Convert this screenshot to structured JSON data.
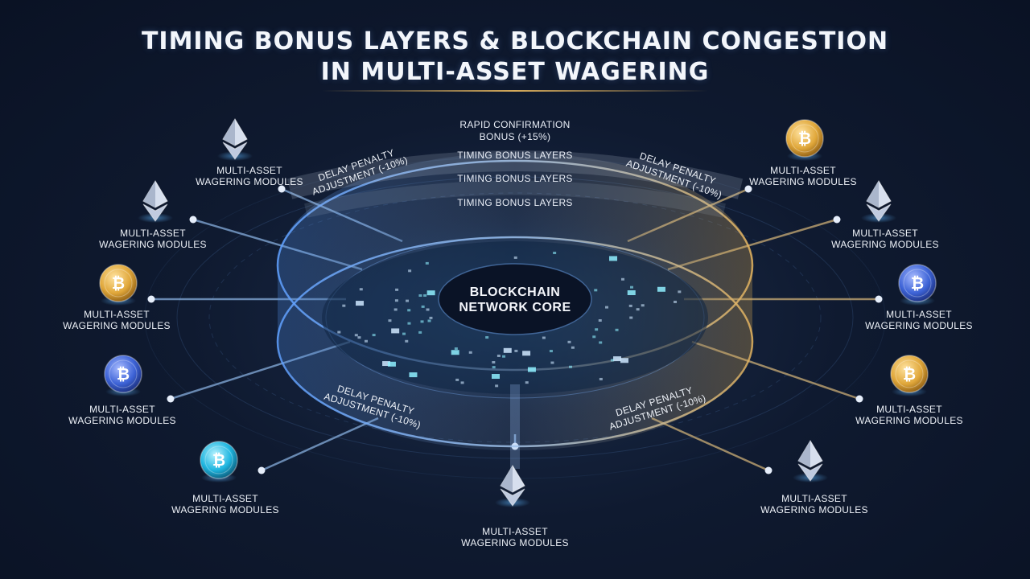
{
  "title": {
    "line1": "TIMING BONUS LAYERS & BLOCKCHAIN CONGESTION",
    "line2": "IN MULTI-ASSET WAGERING"
  },
  "bands": {
    "rapid_line1": "RAPID CONFIRMATION",
    "rapid_line2": "BONUS (+15%)",
    "timing_1": "TIMING BONUS LAYERS",
    "timing_2": "TIMING BONUS LAYERS",
    "timing_3": "TIMING BONUS LAYERS"
  },
  "penalties": {
    "top_left": {
      "line1": "DELAY PENALTY",
      "line2": "ADJUSTMENT (-10%)"
    },
    "top_right": {
      "line1": "DELAY PENALTY",
      "line2": "ADJUSTMENT (-10%)"
    },
    "bottom_left": {
      "line1": "DELAY PENALTY",
      "line2": "ADJUSTMENT (-10%)"
    },
    "bottom_right": {
      "line1": "DELAY PENALTY",
      "line2": "ADJUSTMENT (-10%)"
    }
  },
  "core": {
    "line1": "BLOCKCHAIN",
    "line2": "NETWORK CORE"
  },
  "modules": [
    {
      "id": "m-left-1",
      "icon": "ethereum-icon",
      "line1": "MULTI-ASSET",
      "line2": "WAGERING MODULES"
    },
    {
      "id": "m-left-2",
      "icon": "ethereum-icon",
      "line1": "MULTI-ASSET",
      "line2": "WAGERING MODULES"
    },
    {
      "id": "m-left-3",
      "icon": "bitcoin-gold-icon",
      "line1": "MULTI-ASSET",
      "line2": "WAGERING MODULES"
    },
    {
      "id": "m-left-4",
      "icon": "bitcoin-blue-icon",
      "line1": "MULTI-ASSET",
      "line2": "WAGERING MODULES"
    },
    {
      "id": "m-left-5",
      "icon": "bitcoin-cyan-icon",
      "line1": "MULTI-ASSET",
      "line2": "WAGERING MODULES"
    },
    {
      "id": "m-bottom",
      "icon": "ethereum-icon",
      "line1": "MULTI-ASSET",
      "line2": "WAGERING MODULES"
    },
    {
      "id": "m-right-5",
      "icon": "ethereum-icon",
      "line1": "MULTI-ASSET",
      "line2": "WAGERING MODULES"
    },
    {
      "id": "m-right-4",
      "icon": "bitcoin-gold-icon",
      "line1": "MULTI-ASSET",
      "line2": "WAGERING MODULES"
    },
    {
      "id": "m-right-3",
      "icon": "bitcoin-blue-icon",
      "line1": "MULTI-ASSET",
      "line2": "WAGERING MODULES"
    },
    {
      "id": "m-right-2",
      "icon": "ethereum-icon",
      "line1": "MULTI-ASSET",
      "line2": "WAGERING MODULES"
    },
    {
      "id": "m-right-1",
      "icon": "bitcoin-gold-icon",
      "line1": "MULTI-ASSET",
      "line2": "WAGERING MODULES"
    }
  ],
  "colors": {
    "background": "#0f1a30",
    "ring_blue": "#6aa8ff",
    "ring_gold": "#d6ab5b",
    "bitcoin_gold": "#e0a73a",
    "bitcoin_blue": "#3d63d6",
    "bitcoin_cyan": "#1fb6e0",
    "ethereum": "#c9d3e6"
  }
}
